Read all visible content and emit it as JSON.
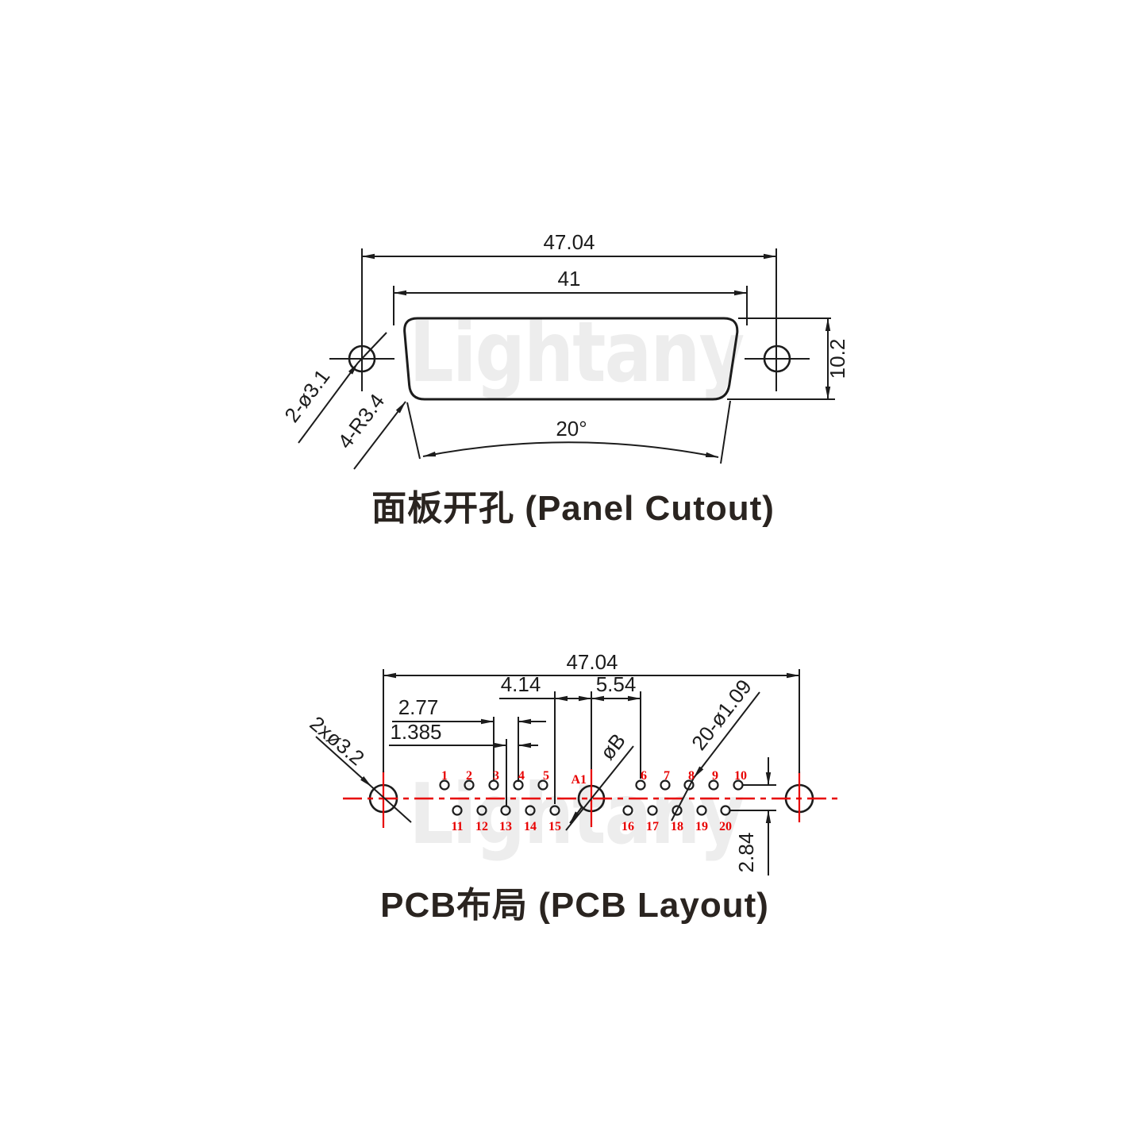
{
  "watermark": {
    "text": "Lightany",
    "color": "#ededed"
  },
  "colors": {
    "line": "#1c1c1c",
    "accent_red": "#e80000",
    "watermark": "#ededed",
    "background": "#ffffff"
  },
  "panel": {
    "title": "面板开孔 (Panel Cutout)",
    "dim_overall": "47.04",
    "dim_opening": "41",
    "dim_height": "10.2",
    "dim_angle": "20°",
    "label_mount_holes": "2-ø3.1",
    "label_corner_radius": "4-R3.4"
  },
  "pcb": {
    "title": "PCB布局 (PCB Layout)",
    "dim_overall": "47.04",
    "dim_a1_to_pin15": "4.14",
    "dim_a1_to_pin6": "5.54",
    "dim_pitch": "2.77",
    "dim_half_pitch": "1.385",
    "dim_row_offset": "2.84",
    "label_mount_holes": "2xø3.2",
    "label_coax_hole": "øB",
    "label_signal_holes": "20-ø1.09",
    "a1": "A1",
    "top": [
      "1",
      "2",
      "3",
      "4",
      "5",
      "6",
      "7",
      "8",
      "9",
      "10"
    ],
    "bottom": [
      "11",
      "12",
      "13",
      "14",
      "15",
      "16",
      "17",
      "18",
      "19",
      "20"
    ]
  }
}
